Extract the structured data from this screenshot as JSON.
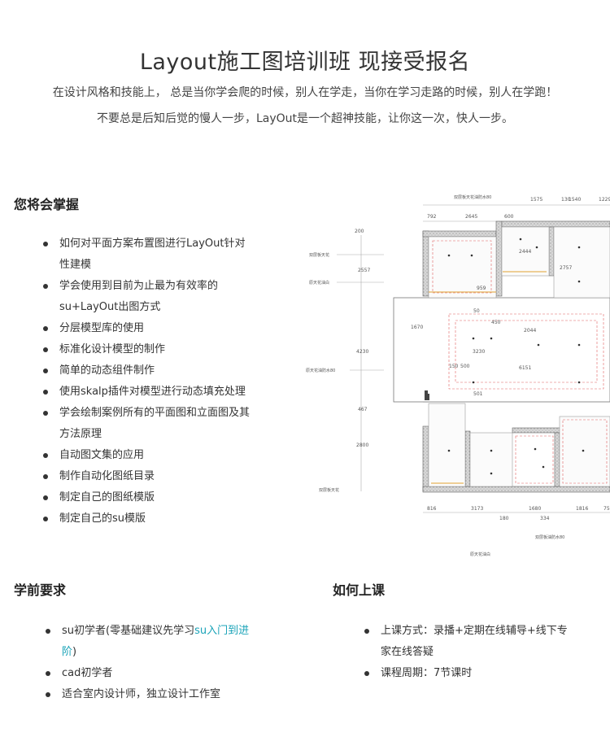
{
  "header": {
    "title": "Layout施工图培训班 现接受报名",
    "line1": "在设计风格和技能上， 总是当你学会爬的时候，别人在学走，当你在学习走路的时候，别人在学跑！",
    "line2": "不要总是后知后觉的慢人一步，LayOut是一个超神技能，让你这一次，快人一步。"
  },
  "master": {
    "heading": "您将会掌握",
    "items": [
      "如何对平面方案布置图进行LayOut针对",
      "性建模",
      "学会使用到目前为止最为有效率的",
      "su+LayOut出图方式",
      "分层模型库的使用",
      "标准化设计模型的制作",
      "简单的动态组件制作",
      "使用skalp插件对模型进行动态填充处理",
      "学会绘制案例所有的平面图和立面图及其",
      "方法原理",
      "自动图文集的应用",
      "制作自动化图纸目录",
      "制定自己的图纸模版",
      "制定自己的su模版"
    ]
  },
  "prereq": {
    "heading": "学前要求",
    "item1_pre": "su初学者(零基础建议先学习",
    "item1_link": "su入门到进",
    "item1_link2": "阶",
    "item1_post": ")",
    "item2": "cad初学者",
    "item3": "适合室内设计师，独立设计工作室"
  },
  "howto": {
    "heading": "如何上课",
    "item1a": "上课方式：录播+定期在线辅导+线下专",
    "item1b": "家在线答疑",
    "item2": "课程周期：7节课时"
  },
  "plan": {
    "dims_top": [
      "792",
      "2645",
      "600",
      "1575",
      "130",
      "1540",
      "1229"
    ],
    "dims_left": [
      "200",
      "2557",
      "4230",
      "467",
      "2800"
    ],
    "dims_bottom": [
      "816",
      "3173",
      "1680",
      "1816",
      "75"
    ],
    "dims_bottom2": [
      "180",
      "334"
    ],
    "rooms": [
      "2444",
      "2757",
      "959",
      "1670",
      "50",
      "450",
      "2044",
      "3230",
      "150",
      "500",
      "6151",
      "501"
    ],
    "notes": [
      "双层板天花油防水80",
      "双层板天花",
      "原天花油白",
      "原天花油防水80",
      "双层板天花",
      "双层板油防水80",
      "原天花油白"
    ],
    "colors": {
      "wall": "#7a7a7a",
      "hatch": "#9a9a9a",
      "red": "#e06060",
      "orange": "#e0a030"
    }
  }
}
